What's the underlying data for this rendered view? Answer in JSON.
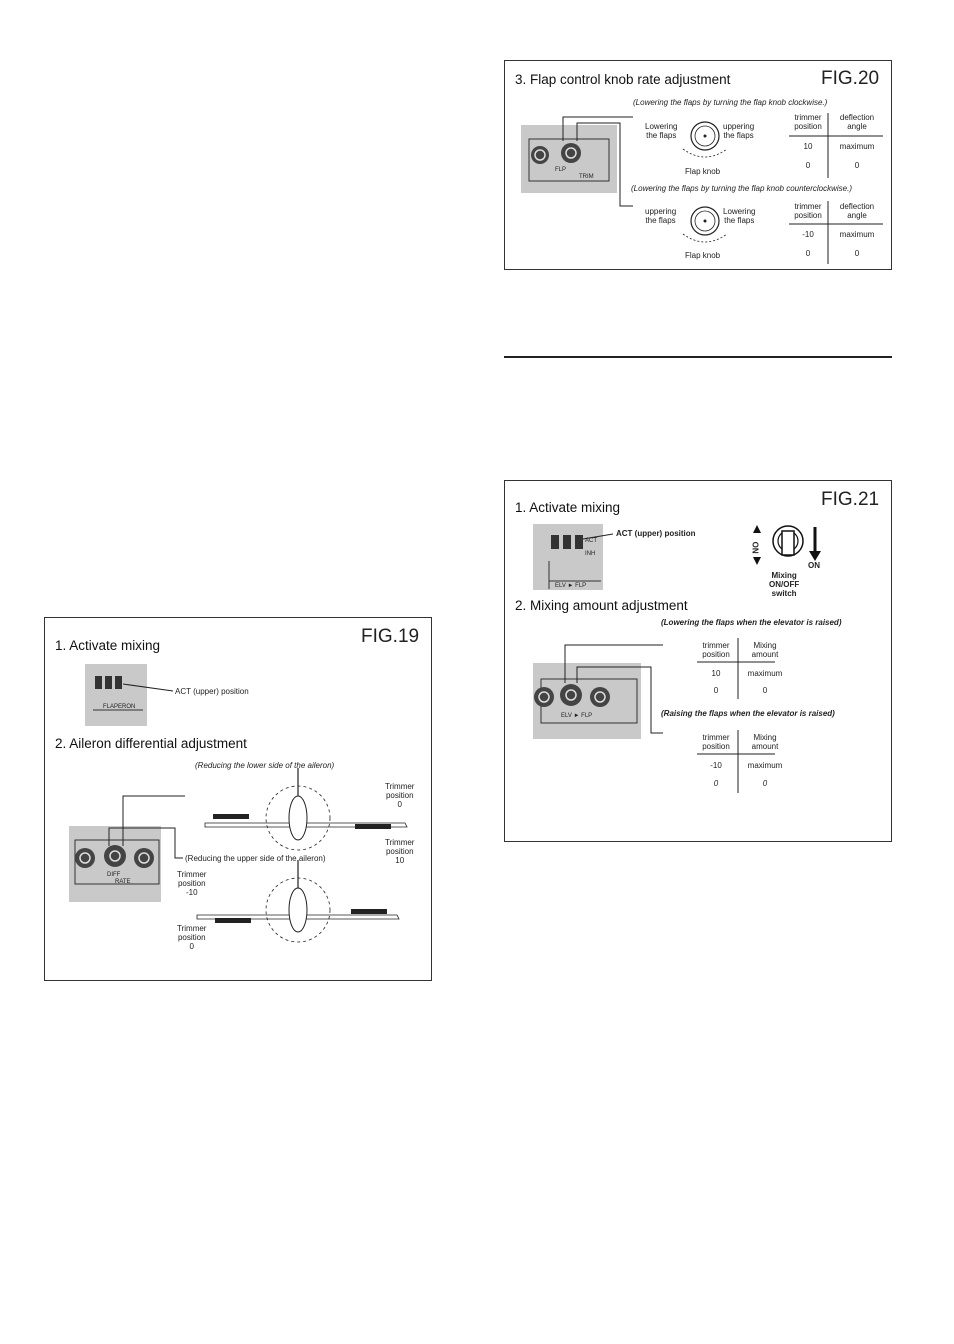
{
  "fig19": {
    "title": "FIG.19",
    "step1": "1. Activate mixing",
    "act_label": "ACT (upper) position",
    "switch_label": "FLAPERON",
    "step2": "2. Aileron differential adjustment",
    "note_lower": "(Reducing the lower side of the aileron)",
    "note_upper": "(Reducing the upper side of the aileron)",
    "knob_label": "DIFF",
    "rate_label": "RATE",
    "trim_top_right": "Trimmer\nposition\n0",
    "trim_mid_right": "Trimmer\nposition\n10",
    "trim_left_mid": "Trimmer\nposition\n-10",
    "trim_left_bottom": "Trimmer\nposition\n0"
  },
  "fig20": {
    "title": "FIG.20",
    "step3": "3. Flap control knob rate adjustment",
    "note_cw": "(Lowering the flaps by turning the flap knob clockwise.)",
    "note_ccw": "(Lowering the flaps by turning the flap knob counterclockwise.)",
    "lowering": "Lowering\nthe flaps",
    "uppering": "uppering\nthe flaps",
    "flap_knob": "Flap knob",
    "panel_flp": "FLP",
    "panel_trim": "TRIM",
    "table1": {
      "headers": [
        "trimmer\nposition",
        "deflection\nangle"
      ],
      "rows": [
        [
          "10",
          "maximum"
        ],
        [
          "0",
          "0"
        ]
      ]
    },
    "table2": {
      "headers": [
        "trimmer\nposition",
        "deflection\nangle"
      ],
      "rows": [
        [
          "-10",
          "maximum"
        ],
        [
          "0",
          "0"
        ]
      ]
    }
  },
  "fig21": {
    "title": "FIG.21",
    "step1": "1. Activate mixing",
    "act_label": "ACT (upper) position",
    "switch_act": "ACT",
    "switch_inh": "INH",
    "switch_bottom": "ELV ► FLP",
    "on_label": "ON",
    "on_vertical": "ON",
    "mixing_switch": "Mixing\nON/OFF\nswitch",
    "step2": "2. Mixing amount adjustment",
    "note_lower": "(Lowering the flaps when the elevator is raised)",
    "note_raise": "(Raising the flaps when the elevator is raised)",
    "panel_label": "ELV ► FLP",
    "table1": {
      "headers": [
        "trimmer\nposition",
        "Mixing\namount"
      ],
      "rows": [
        [
          "10",
          "maximum"
        ],
        [
          "0",
          "0"
        ]
      ]
    },
    "table2": {
      "headers": [
        "trimmer\nposition",
        "Mixing\namount"
      ],
      "rows": [
        [
          "-10",
          "maximum"
        ],
        [
          "0",
          "0"
        ]
      ]
    }
  }
}
